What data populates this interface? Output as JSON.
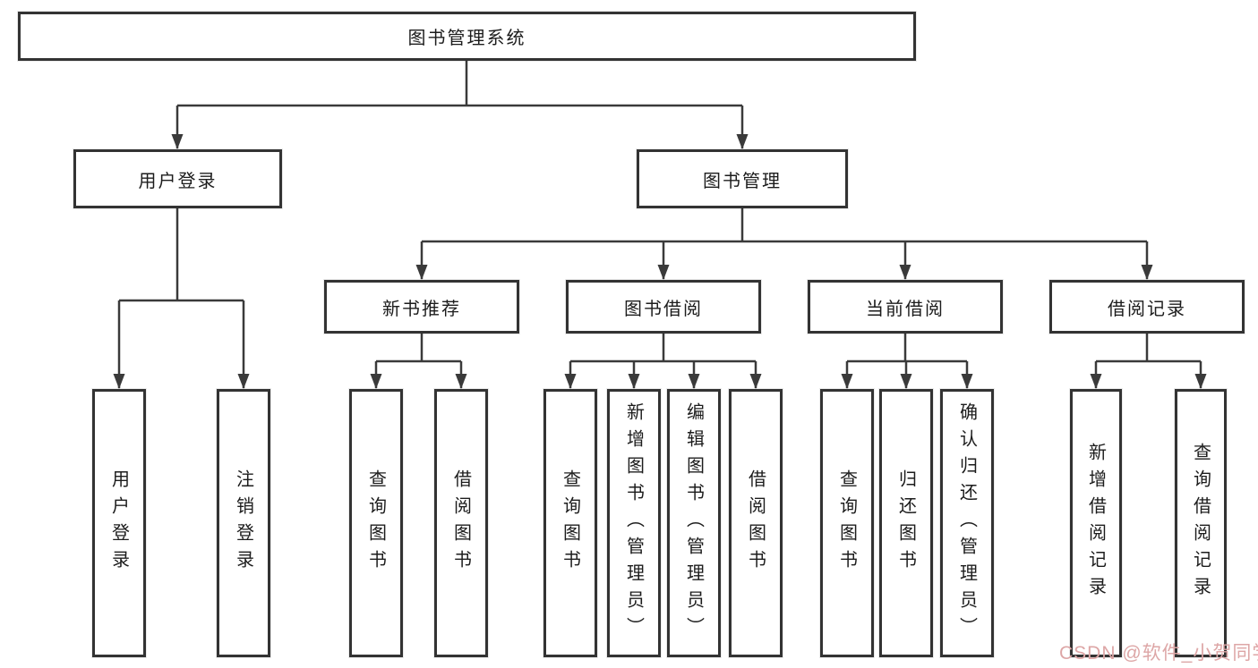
{
  "diagram_title": "图书管理系统",
  "nodes": {
    "root": {
      "label": "图书管理系统"
    },
    "userLogin": {
      "label": "用户登录"
    },
    "bookMgmt": {
      "label": "图书管理"
    },
    "leafUserLogin": {
      "label": "用户登录"
    },
    "leafLogout": {
      "label": "注销登录"
    },
    "newBookRec": {
      "label": "新书推荐"
    },
    "bookBorrow": {
      "label": "图书借阅"
    },
    "currentBorrow": {
      "label": "当前借阅"
    },
    "borrowRecord": {
      "label": "借阅记录"
    },
    "nbrQueryBook": {
      "label": "查询图书"
    },
    "nbrBorrowBook": {
      "label": "借阅图书"
    },
    "bbQueryBook": {
      "label": "查询图书"
    },
    "bbAddBook": {
      "label": "新增图书（管理员）"
    },
    "bbEditBook": {
      "label": "编辑图书（管理员）"
    },
    "bbBorrowBook": {
      "label": "借阅图书"
    },
    "cbQueryBook": {
      "label": "查询图书"
    },
    "cbReturnBook": {
      "label": "归还图书"
    },
    "cbConfirmReturn": {
      "label": "确认归还（管理员）"
    },
    "brAddRecord": {
      "label": "新增借阅记录"
    },
    "brQueryRecord": {
      "label": "查询借阅记录"
    }
  },
  "watermark": {
    "text": "CSDN @软件_小贺同学",
    "color": "#dda6a6"
  },
  "colors": {
    "connector_line": "#3a3a3a",
    "box_border": "#333333",
    "text": "#1c1c1c",
    "background": "#ffffff"
  }
}
